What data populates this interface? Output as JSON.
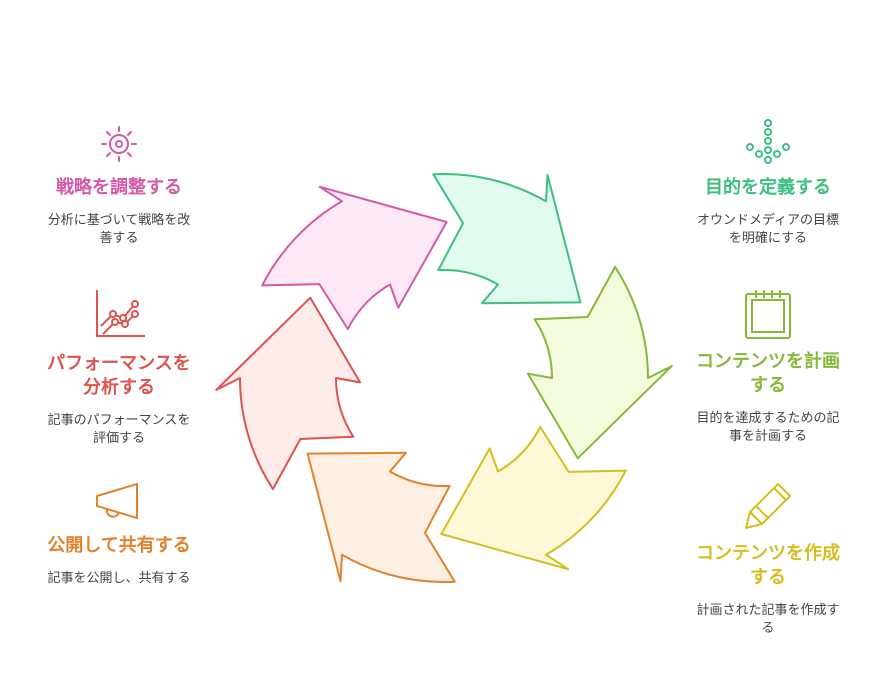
{
  "steps": [
    {
      "id": "goals",
      "title": "目的を定義する",
      "desc": "オウンドメディアの目標を明確にする",
      "color": "#3dbf7d",
      "fill": "#e1fbee",
      "icon": "dot-tree-icon"
    },
    {
      "id": "plan",
      "title": "コンテンツを計画する",
      "desc": "目的を達成するための記事を計画する",
      "color": "#86b83a",
      "fill": "#f3fcdc",
      "icon": "clipboard-icon"
    },
    {
      "id": "create",
      "title": "コンテンツを作成する",
      "desc": "計画された記事を作成する",
      "color": "#d7bd1f",
      "fill": "#fdf9d8",
      "icon": "pencil-icon"
    },
    {
      "id": "publish",
      "title": "公開して共有する",
      "desc": "記事を公開し、共有する",
      "color": "#e0822f",
      "fill": "#fdefe2",
      "icon": "megaphone-icon"
    },
    {
      "id": "analyze",
      "title": "パフォーマンスを分析する",
      "desc": "記事のパフォーマンスを評価する",
      "color": "#e0524f",
      "fill": "#fdece9",
      "icon": "line-chart-icon"
    },
    {
      "id": "adjust",
      "title": "戦略を調整する",
      "desc": "分析に基づいて戦略を改善する",
      "color": "#d45aa8",
      "fill": "#fde8f5",
      "icon": "gear-icon"
    }
  ]
}
